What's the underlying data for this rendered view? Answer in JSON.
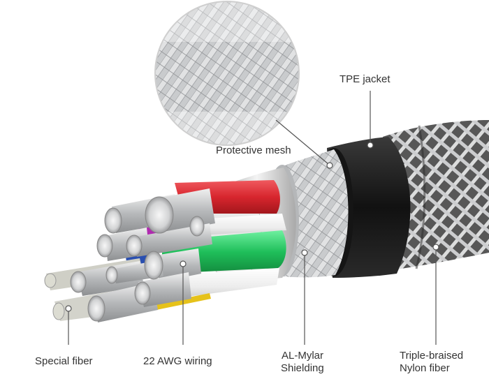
{
  "labels": {
    "tpe_jacket": "TPE jacket",
    "protective_mesh": "Protective mesh",
    "special_fiber": "Special fiber",
    "awg_wiring": "22 AWG wiring",
    "al_mylar_line1": "AL-Mylar",
    "al_mylar_line2": "Shielding",
    "triple_line1": "Triple-braised",
    "triple_line2": "Nylon fiber"
  },
  "colors": {
    "label_text": "#333333",
    "leader_line": "#555555",
    "jacket": "#1c1c1c",
    "braid": "#b9bcbf",
    "foil": "#d9d9d9",
    "wire_red": "#d8262e",
    "wire_green": "#1fbf5a",
    "wire_white": "#f2f2f2",
    "wire_blue": "#2a4fb0",
    "wire_yellow": "#e6c21a",
    "conductor": "#c7c9cb"
  }
}
